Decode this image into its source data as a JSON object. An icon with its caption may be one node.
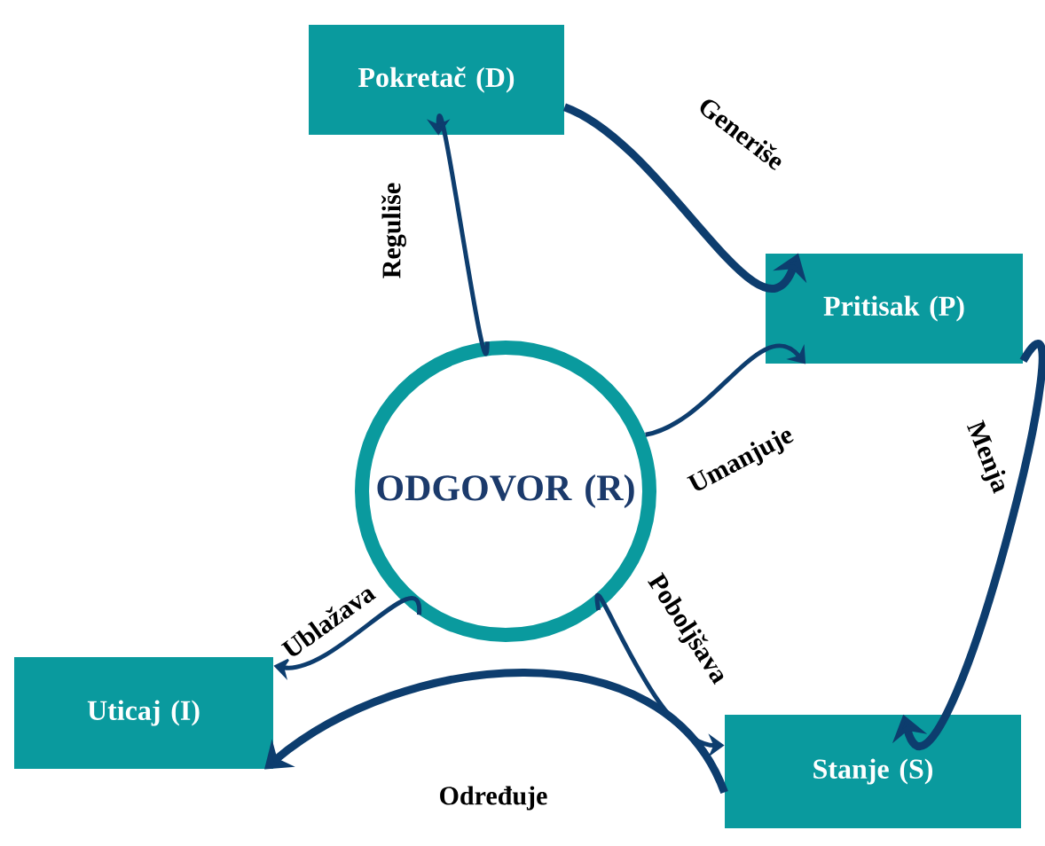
{
  "diagram": {
    "nodes": [
      {
        "text": [
          "Pokretač (D)"
        ]
      },
      {
        "text": [
          "Pritisak (P)"
        ]
      },
      {
        "text": [
          "ODGOVOR (R)"
        ]
      },
      {
        "text": [
          "Uticaj (I)"
        ]
      },
      {
        "text": [
          "Stanje (S)"
        ]
      }
    ],
    "edges": [
      {
        "from": 0,
        "to": 1,
        "arrow": "to",
        "label": "Generiše",
        "style": "thick"
      },
      {
        "from": 1,
        "to": 4,
        "arrow": "to",
        "label": "Menja",
        "style": "thick"
      },
      {
        "from": 4,
        "to": 3,
        "arrow": "to",
        "label": "Određuje",
        "style": "thick"
      },
      {
        "from": 2,
        "to": 0,
        "arrow": "to",
        "label": "Reguliše"
      },
      {
        "from": 2,
        "to": 1,
        "arrow": "to",
        "label": "Umanjuje"
      },
      {
        "from": 2,
        "to": 3,
        "arrow": "to",
        "label": "Ublažava"
      },
      {
        "from": 2,
        "to": 4,
        "arrow": "to",
        "label": "Poboljšava"
      }
    ]
  }
}
